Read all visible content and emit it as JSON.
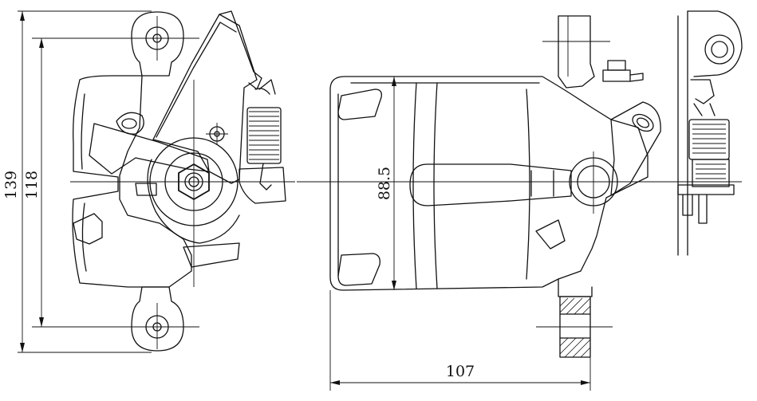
{
  "dimensions": {
    "overall_height": "139",
    "mount_spacing": "118",
    "body_height": "88.5",
    "body_width": "107"
  },
  "colors": {
    "line": "#111111",
    "background": "#ffffff"
  }
}
